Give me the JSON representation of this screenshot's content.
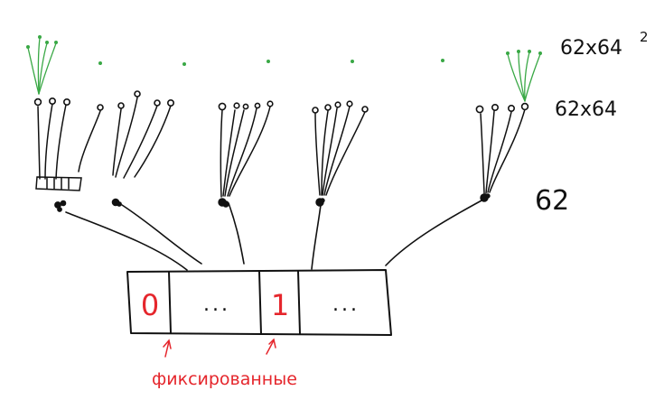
{
  "labels": {
    "level3": "62x64",
    "level3_exp": "2",
    "level2": "62x64",
    "level1": "62"
  },
  "cells": {
    "first": "0",
    "dots1": "...",
    "second": "1",
    "dots2": "..."
  },
  "annotation": {
    "fixed": "фиксированные"
  },
  "colors": {
    "ink": "#111111",
    "red": "#e5262c",
    "green": "#39a845"
  }
}
